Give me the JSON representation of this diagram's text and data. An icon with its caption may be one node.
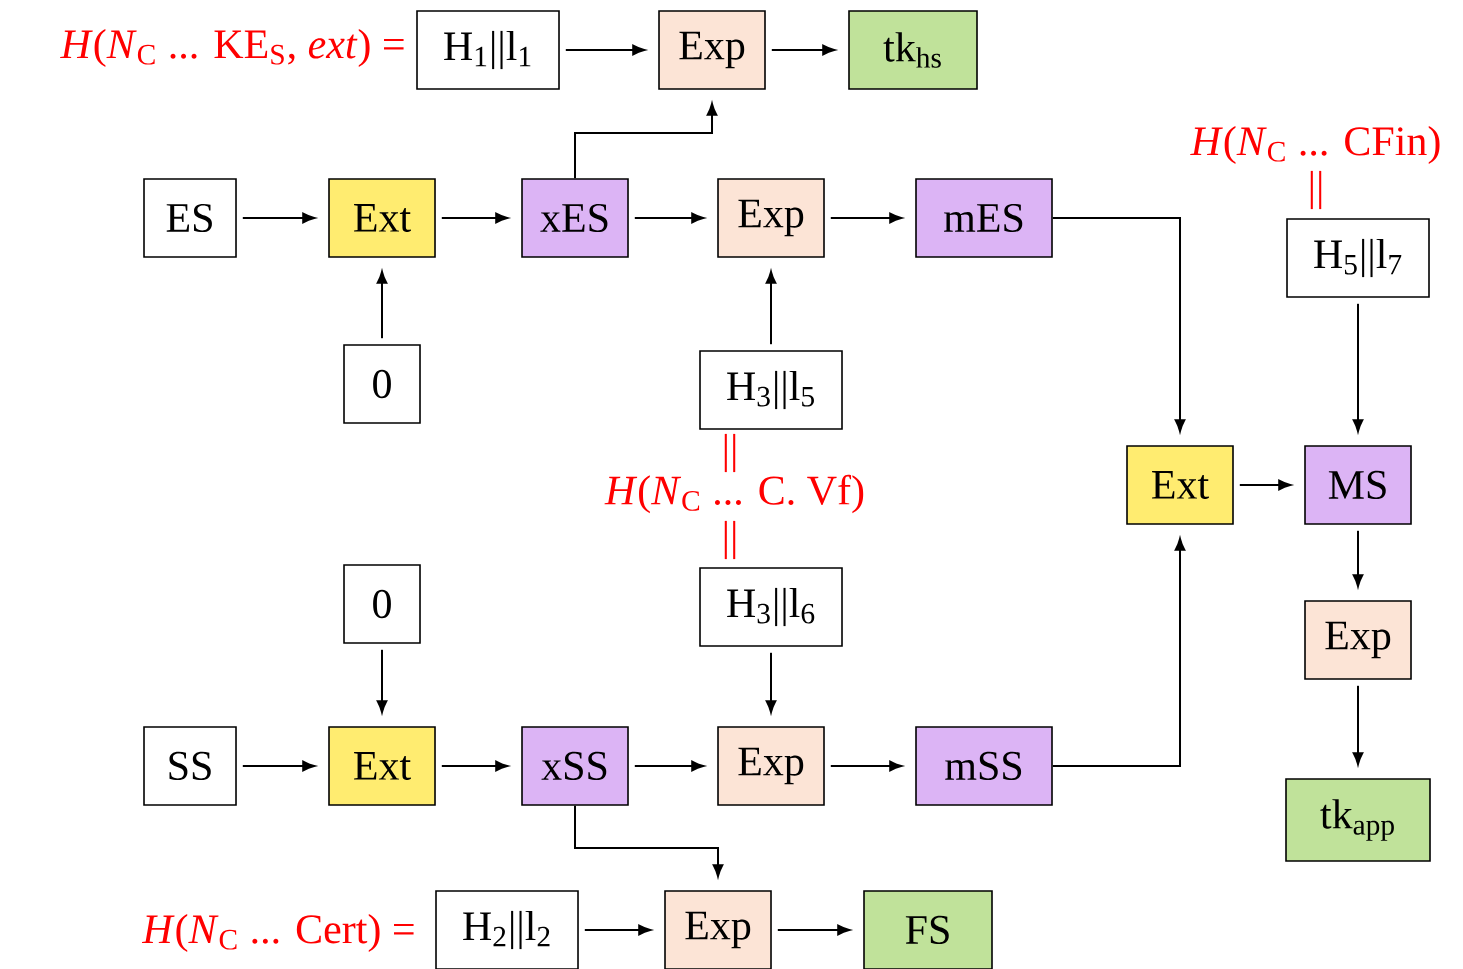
{
  "diagram": {
    "nodes": [
      {
        "text": [
          "H$_{1}$||l$_{1}$"
        ]
      },
      {
        "text": [
          "Exp"
        ]
      },
      {
        "text": [
          "tk$_{hs}$"
        ]
      },
      {
        "text": [
          "ES"
        ]
      },
      {
        "text": [
          "Ext"
        ]
      },
      {
        "text": [
          "xES"
        ]
      },
      {
        "text": [
          "Exp"
        ]
      },
      {
        "text": [
          "mES"
        ]
      },
      {
        "text": [
          "0"
        ]
      },
      {
        "text": [
          "H$_{3}$||l$_{5}$"
        ]
      },
      {
        "text": [
          "H$_{5}$||l$_{7}$"
        ]
      },
      {
        "text": [
          "Ext"
        ]
      },
      {
        "text": [
          "MS"
        ]
      },
      {
        "text": [
          "H$_{3}$||l$_{6}$"
        ]
      },
      {
        "text": [
          "0"
        ]
      },
      {
        "text": [
          "Exp"
        ]
      },
      {
        "text": [
          "SS"
        ]
      },
      {
        "text": [
          "Ext"
        ]
      },
      {
        "text": [
          "xSS"
        ]
      },
      {
        "text": [
          "Exp"
        ]
      },
      {
        "text": [
          "mSS"
        ]
      },
      {
        "text": [
          "tk$_{app}$"
        ]
      },
      {
        "text": [
          "H$_{2}$||l$_{2}$"
        ]
      },
      {
        "text": [
          "Exp"
        ]
      },
      {
        "text": [
          "FS"
        ]
      }
    ],
    "edges": [
      {
        "from": 0,
        "to": 1,
        "arrow": "to"
      },
      {
        "from": 1,
        "to": 2,
        "arrow": "to"
      },
      {
        "from": 3,
        "to": 4,
        "arrow": "to"
      },
      {
        "from": 4,
        "to": 5,
        "arrow": "to"
      },
      {
        "from": 5,
        "to": 1,
        "arrow": "to"
      },
      {
        "from": 5,
        "to": 6,
        "arrow": "to"
      },
      {
        "from": 6,
        "to": 7,
        "arrow": "to"
      },
      {
        "from": 8,
        "to": 4,
        "arrow": "to"
      },
      {
        "from": 9,
        "to": 6,
        "arrow": "to"
      },
      {
        "from": 7,
        "to": 11,
        "arrow": "to"
      },
      {
        "from": 10,
        "to": 12,
        "arrow": "to"
      },
      {
        "from": 11,
        "to": 12,
        "arrow": "to"
      },
      {
        "from": 12,
        "to": 15,
        "arrow": "to"
      },
      {
        "from": 15,
        "to": 21,
        "arrow": "to"
      },
      {
        "from": 13,
        "to": 19,
        "arrow": "to"
      },
      {
        "from": 14,
        "to": 17,
        "arrow": "to"
      },
      {
        "from": 16,
        "to": 17,
        "arrow": "to"
      },
      {
        "from": 17,
        "to": 18,
        "arrow": "to"
      },
      {
        "from": 18,
        "to": 19,
        "arrow": "to"
      },
      {
        "from": 19,
        "to": 20,
        "arrow": "to"
      },
      {
        "from": 20,
        "to": 11,
        "arrow": "to"
      },
      {
        "from": 18,
        "to": 23,
        "arrow": "to"
      },
      {
        "from": 22,
        "to": 23,
        "arrow": "to"
      },
      {
        "from": 23,
        "to": 24,
        "arrow": "to"
      }
    ],
    "labels": [
      "*H*(*N*$_{C}$ ... KE$_{S}$, *ext*) =",
      "*H*(*N*$_{C}$ ... CFin)",
      "||",
      "||",
      "*H*(*N*$_{C}$ ... C. Vf)",
      "||",
      "*H*(*N*$_{C}$ ... Cert) ="
    ]
  }
}
